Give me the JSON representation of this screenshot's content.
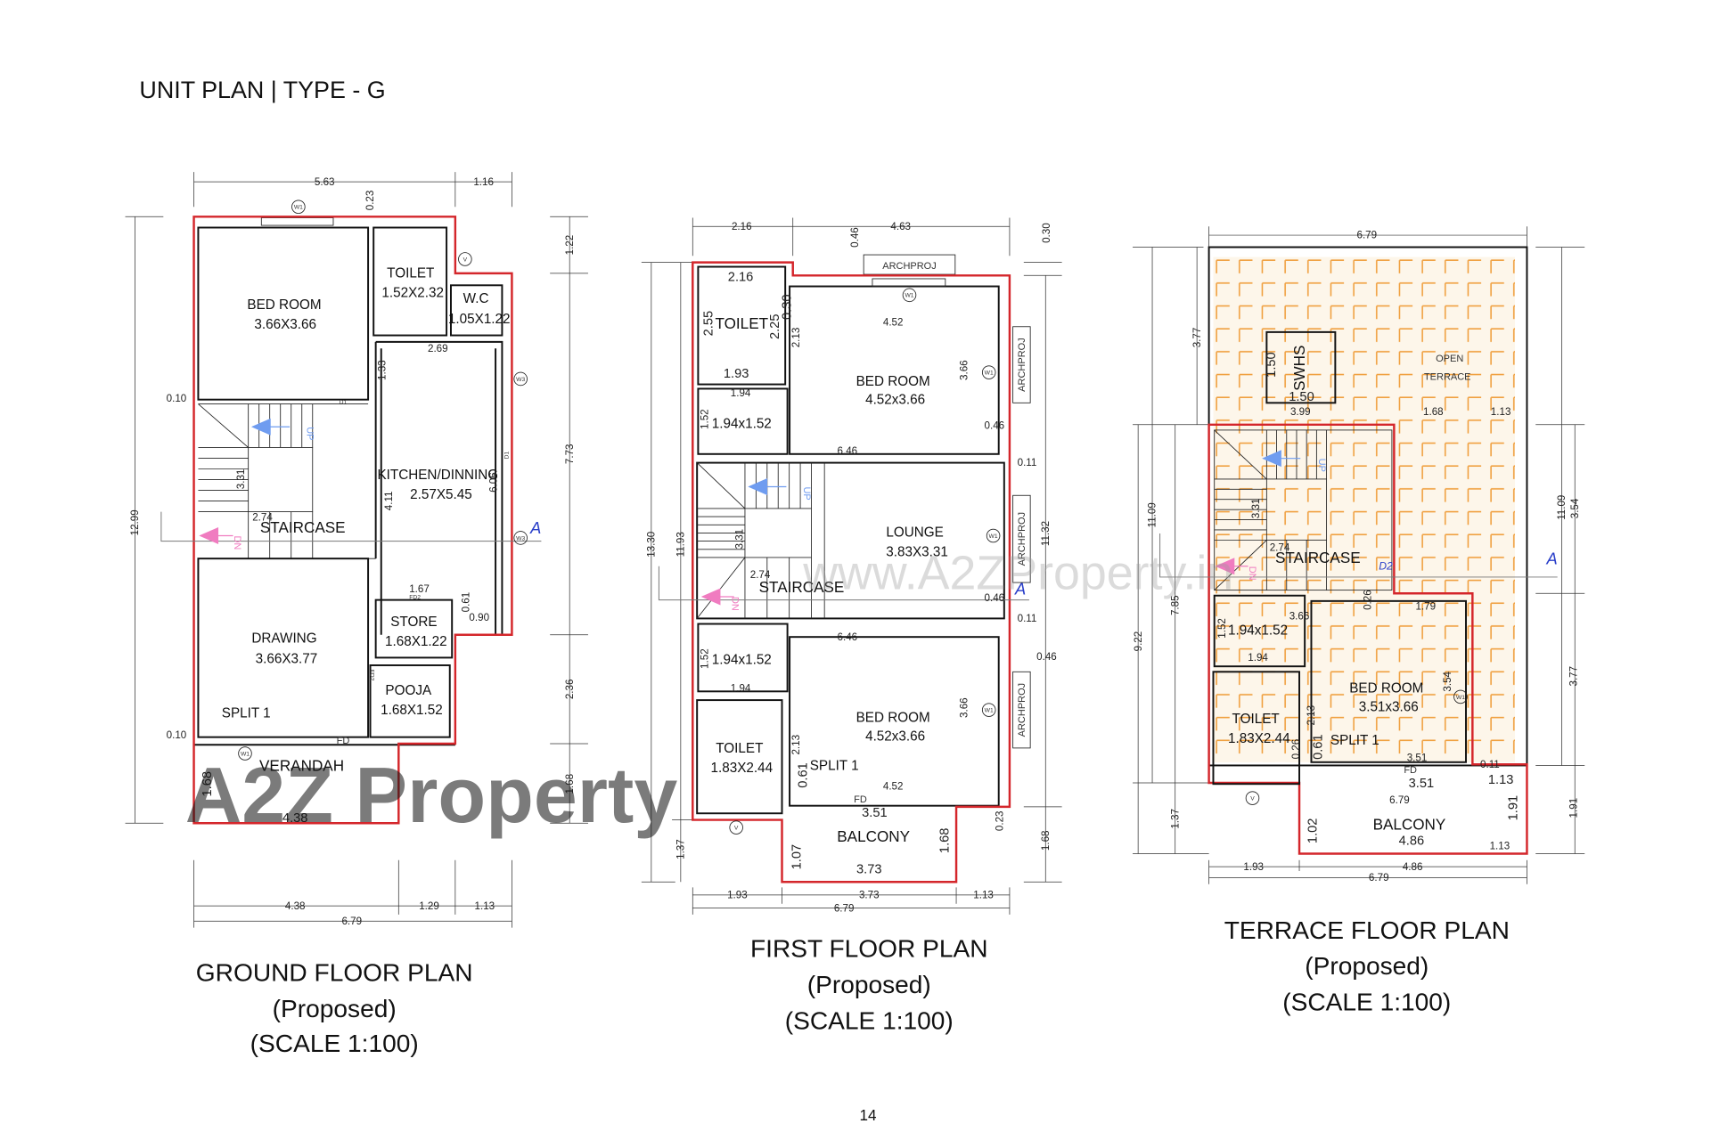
{
  "title": "UNIT PLAN | TYPE - G",
  "page_number": "14",
  "watermarks": {
    "logo": "A2Z Property",
    "url": "www.A2ZProperty.in"
  },
  "colors": {
    "outline": "#d4262b",
    "up_arrow": "#6f9cf0",
    "down_arrow": "#f07cc0",
    "terrace_tiles": "#f0a040",
    "section_marker": "#2a3fc9"
  },
  "tags": {
    "w1": "W1",
    "v": "V",
    "w3": "W3",
    "d1": "D1",
    "d2": "D2",
    "fd2": "FD2",
    "fd": "FD",
    "up": "UP",
    "dn": "DN",
    "section": "A",
    "archproj": "ARCHPROJ"
  },
  "ground": {
    "heading": "GROUND FLOOR PLAN",
    "status": "(Proposed)",
    "scale": "(SCALE 1:100)",
    "rooms": {
      "bedroom": {
        "name": "BED ROOM",
        "size": "3.66X3.66"
      },
      "toilet": {
        "name": "TOILET",
        "size": "1.52X2.32"
      },
      "wc": {
        "name": "W.C",
        "size": "1.05X1.22"
      },
      "kitchen": {
        "name": "KITCHEN/DINNING",
        "size": "2.57X5.45"
      },
      "staircase": {
        "name": "STAIRCASE"
      },
      "store": {
        "name": "STORE",
        "size": "1.68X1.22"
      },
      "drawing": {
        "name": "DRAWING",
        "size": "3.66X3.77"
      },
      "pooja": {
        "name": "POOJA",
        "size": "1.68X1.52"
      },
      "verandah": {
        "name": "VERANDAH"
      },
      "split": {
        "name": "SPLIT 1"
      }
    },
    "dims": [
      "5.63",
      "1.16",
      "0.23",
      "2.69",
      "1.33",
      "0.10",
      "3.31",
      "4.11",
      "6.06",
      "2.74",
      "12.99",
      "1.22",
      "7.73",
      "2.36",
      "1.68",
      "1.67",
      "0.61",
      "0.90",
      "0.10",
      "1.68",
      "4.38",
      "4.38",
      "1.29",
      "1.13",
      "6.79"
    ]
  },
  "first": {
    "heading": "FIRST FLOOR PLAN",
    "status": "(Proposed)",
    "scale": "(SCALE 1:100)",
    "rooms": {
      "toilet_top": {
        "name": "TOILET"
      },
      "passage": {
        "size": "1.94x1.52"
      },
      "bedroom": {
        "name": "BED ROOM",
        "size": "4.52x3.66"
      },
      "staircase": {
        "name": "STAIRCASE"
      },
      "lounge": {
        "name": "LOUNGE",
        "size": "3.83X3.31"
      },
      "toilet": {
        "name": "TOILET",
        "size": "1.83X2.44"
      },
      "split": {
        "name": "SPLIT 1"
      },
      "balcony": {
        "name": "BALCONY"
      }
    },
    "dims": [
      "2.16",
      "4.63",
      "0.46",
      "0.30",
      "2.16",
      "2.55",
      "2.25",
      "0.30",
      "2.13",
      "1.93",
      "4.52",
      "3.66",
      "0.46",
      "1.94",
      "1.52",
      "6.46",
      "0.11",
      "3.31",
      "2.74",
      "0.46",
      "0.11",
      "6.46",
      "0.46",
      "1.52",
      "1.94",
      "3.66",
      "2.13",
      "0.61",
      "4.52",
      "3.51",
      "1.68",
      "1.07",
      "3.73",
      "0.23",
      "13.30",
      "11.93",
      "1.37",
      "11.32",
      "1.68",
      "1.93",
      "3.73",
      "1.13",
      "6.79"
    ]
  },
  "terrace": {
    "heading": "TERRACE FLOOR PLAN",
    "status": "(Proposed)",
    "scale": "(SCALE 1:100)",
    "rooms": {
      "swhs": {
        "name": "SWHS"
      },
      "open_terrace": {
        "line1": "OPEN",
        "line2": "TERRACE"
      },
      "staircase": {
        "name": "STAIRCASE"
      },
      "passage": {
        "size": "1.94x1.52"
      },
      "bedroom": {
        "name": "BED ROOM",
        "size": "3.51x3.66"
      },
      "toilet": {
        "name": "TOILET",
        "size": "1.83X2.44"
      },
      "split": {
        "name": "SPLIT 1"
      },
      "balcony": {
        "name": "BALCONY"
      }
    },
    "dims": [
      "6.79",
      "1.50",
      "1.50",
      "3.99",
      "1.68",
      "1.13",
      "3.31",
      "2.74",
      "3.66",
      "0.26",
      "1.79",
      "1.52",
      "1.94",
      "3.54",
      "2.13",
      "0.61",
      "0.26",
      "3.51",
      "0.11",
      "3.51",
      "1.13",
      "6.79",
      "1.91",
      "1.02",
      "4.86",
      "1.13",
      "3.77",
      "11.09",
      "7.85",
      "9.22",
      "1.37",
      "11.09",
      "3.54",
      "3.77",
      "1.91",
      "1.93",
      "4.86",
      "6.79"
    ]
  }
}
